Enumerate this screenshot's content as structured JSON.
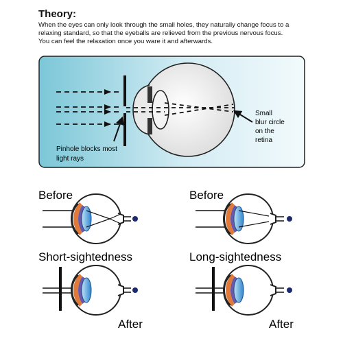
{
  "theory": {
    "title": "Theory:",
    "lines": [
      "When the eyes can only look through the small holes, they naturally change focus to a",
      "relaxing standard, so that the eyeballs are relieved from the previous nervous focus.",
      "You can feel the relaxation once you ware it and afterwards."
    ]
  },
  "pinhole_diagram": {
    "pinhole_label_1": "Pinhole blocks most",
    "pinhole_label_2": "light rays",
    "blur_label_1": "Small",
    "blur_label_2": "blur circle",
    "blur_label_3": "on the",
    "blur_label_4": "retina"
  },
  "comparison": {
    "left": {
      "before": "Before",
      "condition": "Short-sightedness",
      "after": "After"
    },
    "right": {
      "before": "Before",
      "condition": "Long-sightedness",
      "after": "After"
    }
  },
  "colors": {
    "panel_gradient_start": "#7cc7d8",
    "panel_gradient_end": "#f2fafc",
    "lens_blue": "#3a8fd6",
    "iris_orange": "#e07a3a",
    "iris_purple": "#6a5aa8",
    "dot_navy": "#1c2a6e"
  }
}
